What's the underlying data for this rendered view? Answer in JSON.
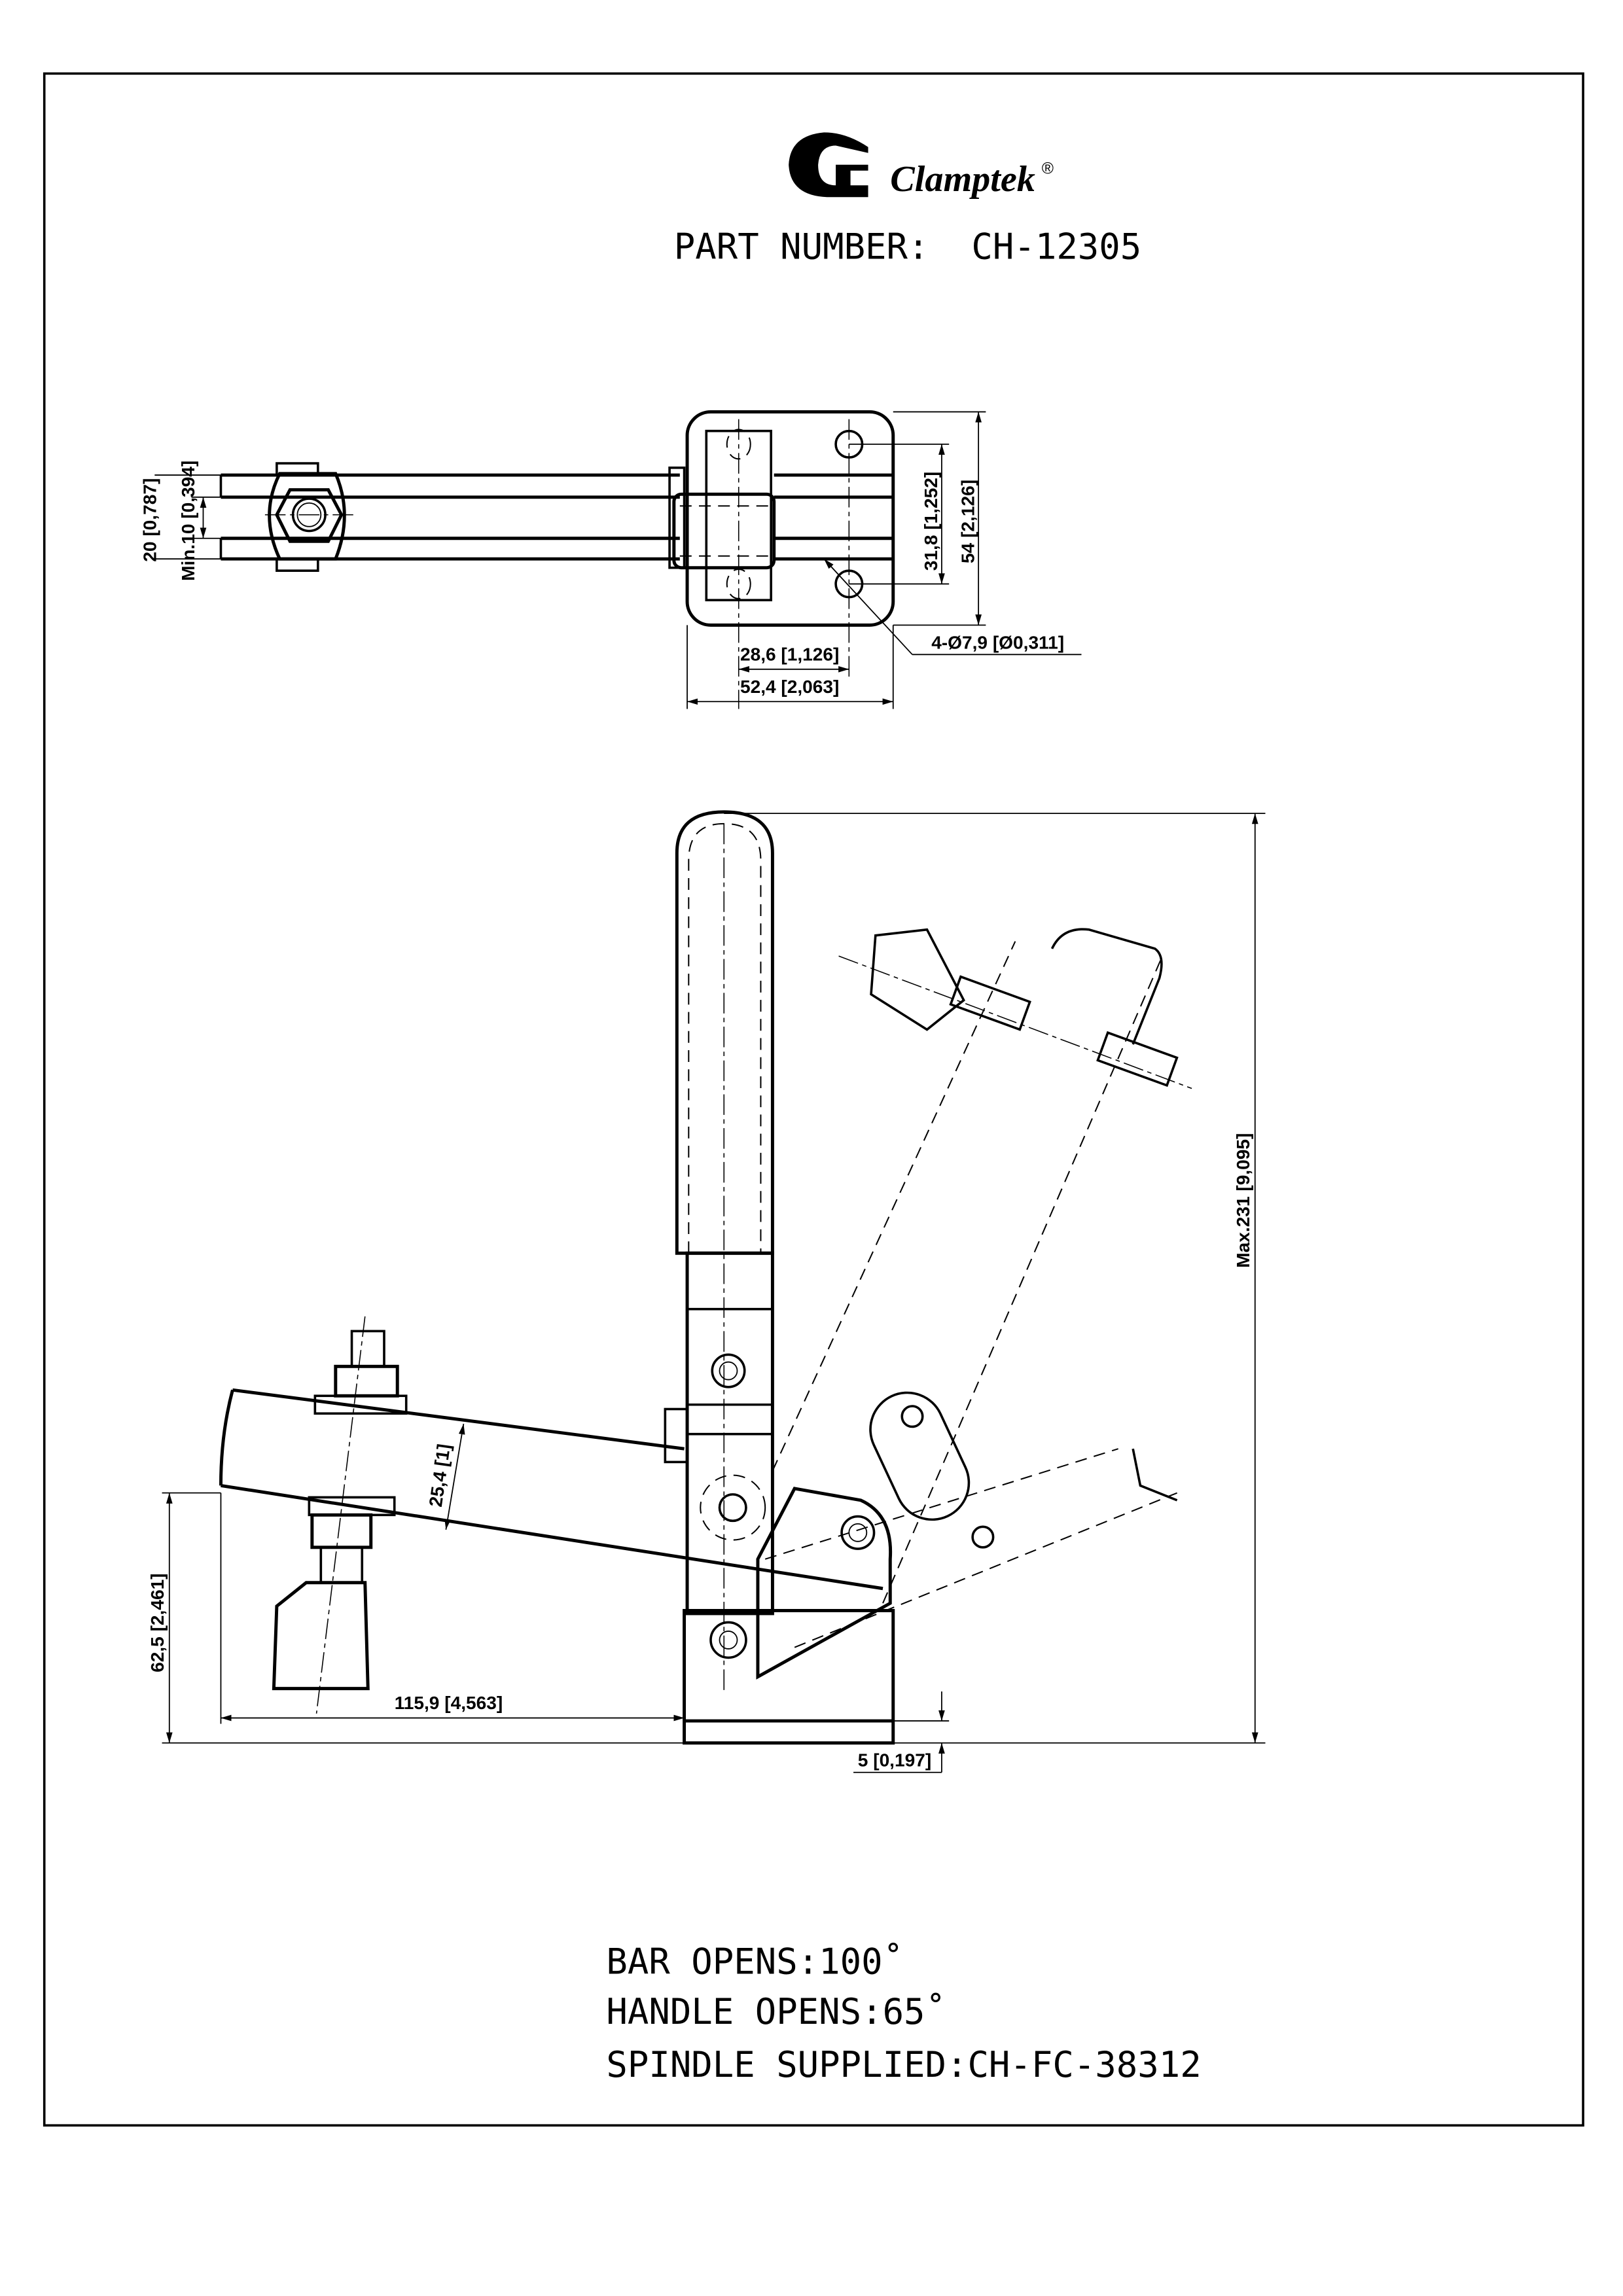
{
  "header": {
    "brand": "Clamptek",
    "registered_mark": "®",
    "part_number": "PART NUMBER:  CH-12305"
  },
  "top_view": {
    "dims": {
      "bar_width": "20 [0,787]",
      "min_gap": "Min.10 [0,394]",
      "hole_spacing_v": "31,8 [1,252]",
      "base_height": "54 [2,126]",
      "hole_spacing_h": "28,6 [1,126]",
      "base_width": "52,4 [2,063]",
      "holes": "4-Ø7,9 [Ø0,311]"
    }
  },
  "side_view": {
    "dims": {
      "bar_offset": "25,4 [1]",
      "height_to_bar": "62,5 [2,461]",
      "reach": "115,9 [4,563]",
      "base_thickness": "5 [0,197]",
      "max_height": "Max.231 [9,095]"
    }
  },
  "notes": {
    "bar_opens": "BAR OPENS:100˚",
    "handle_opens": "HANDLE OPENS:65˚",
    "spindle": "SPINDLE SUPPLIED:CH-FC-38312"
  }
}
